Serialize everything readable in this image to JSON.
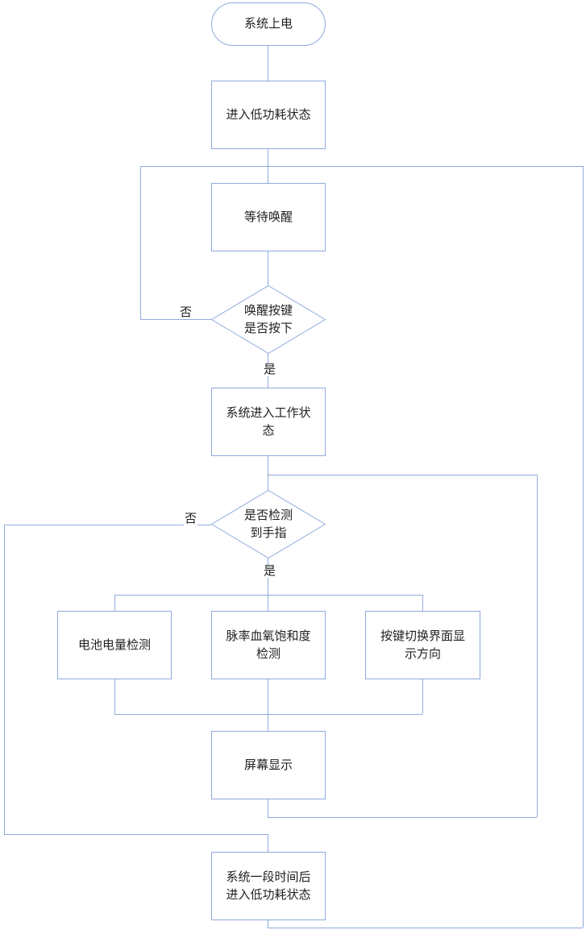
{
  "colors": {
    "line": "#8faadc",
    "text": "#1f1f1f",
    "background": "#ffffff"
  },
  "nodes": {
    "start": {
      "type": "terminator",
      "label": "系统上电"
    },
    "enter_low_power": {
      "type": "process",
      "label": "进入低功耗状态"
    },
    "wait_wake": {
      "type": "process",
      "label": "等待唤醒"
    },
    "wake_key_pressed": {
      "type": "decision",
      "label": "唤醒按键\n是否按下"
    },
    "enter_work_state": {
      "type": "process",
      "label": "系统进入工作状\n态"
    },
    "finger_detected": {
      "type": "decision",
      "label": "是否检测\n到手指"
    },
    "battery_check": {
      "type": "process",
      "label": "电池电量检测"
    },
    "pulse_spo2_check": {
      "type": "process",
      "label": "脉率血氧饱和度\n检测"
    },
    "key_switch_display": {
      "type": "process",
      "label": "按键切换界面显\n示方向"
    },
    "screen_display": {
      "type": "process",
      "label": "屏幕显示"
    },
    "timeout_low_power": {
      "type": "process",
      "label": "系统一段时间后\n进入低功耗状态"
    }
  },
  "edge_labels": {
    "wake_no": "否",
    "wake_yes": "是",
    "finger_no": "否",
    "finger_yes": "是"
  },
  "edges": [
    {
      "from": "start",
      "to": "enter_low_power",
      "label": ""
    },
    {
      "from": "enter_low_power",
      "to": "wait_wake",
      "label": ""
    },
    {
      "from": "wait_wake",
      "to": "wake_key_pressed",
      "label": ""
    },
    {
      "from": "wake_key_pressed",
      "to": "wait_wake",
      "label": "否"
    },
    {
      "from": "wake_key_pressed",
      "to": "enter_work_state",
      "label": "是"
    },
    {
      "from": "enter_work_state",
      "to": "finger_detected",
      "label": ""
    },
    {
      "from": "finger_detected",
      "to": "timeout_low_power",
      "label": "否"
    },
    {
      "from": "finger_detected",
      "to": "battery_check",
      "label": "是"
    },
    {
      "from": "finger_detected",
      "to": "pulse_spo2_check",
      "label": "是"
    },
    {
      "from": "finger_detected",
      "to": "key_switch_display",
      "label": "是"
    },
    {
      "from": "battery_check",
      "to": "screen_display",
      "label": ""
    },
    {
      "from": "pulse_spo2_check",
      "to": "screen_display",
      "label": ""
    },
    {
      "from": "key_switch_display",
      "to": "screen_display",
      "label": ""
    },
    {
      "from": "screen_display",
      "to": "finger_detected",
      "label": ""
    },
    {
      "from": "timeout_low_power",
      "to": "wait_wake",
      "label": ""
    }
  ]
}
